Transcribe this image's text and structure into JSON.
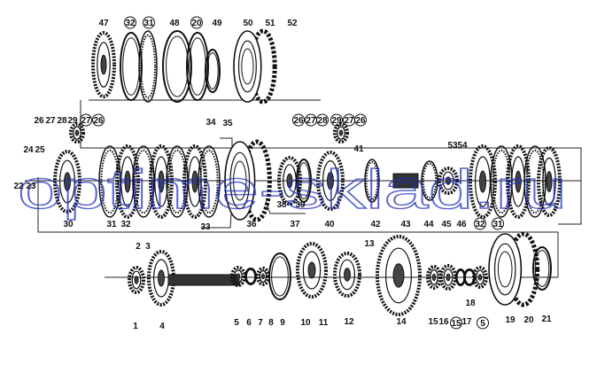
{
  "diagram": {
    "watermark": "optime-sklad.ru",
    "labels": [
      {
        "text": "47",
        "circled": false
      },
      {
        "text": "32",
        "circled": true
      },
      {
        "text": "31",
        "circled": true
      },
      {
        "text": "48",
        "circled": false
      },
      {
        "text": "20",
        "circled": true
      },
      {
        "text": "49",
        "circled": false
      },
      {
        "text": "50",
        "circled": false
      },
      {
        "text": "51",
        "circled": false
      },
      {
        "text": "52",
        "circled": false
      },
      {
        "text": "26",
        "circled": false
      },
      {
        "text": "27",
        "circled": false
      },
      {
        "text": "28",
        "circled": false
      },
      {
        "text": "29",
        "circled": false
      },
      {
        "text": "27",
        "circled": true
      },
      {
        "text": "26",
        "circled": true
      },
      {
        "text": "34",
        "circled": false
      },
      {
        "text": "35",
        "circled": false
      },
      {
        "text": "26",
        "circled": true
      },
      {
        "text": "27",
        "circled": true
      },
      {
        "text": "28",
        "circled": true
      },
      {
        "text": "29",
        "circled": true
      },
      {
        "text": "27",
        "circled": true
      },
      {
        "text": "26",
        "circled": true
      },
      {
        "text": "41",
        "circled": false
      },
      {
        "text": "53",
        "circled": false
      },
      {
        "text": "54",
        "circled": false
      },
      {
        "text": "24",
        "circled": false
      },
      {
        "text": "25",
        "circled": false
      },
      {
        "text": "22",
        "circled": false
      },
      {
        "text": "23",
        "circled": false
      },
      {
        "text": "30",
        "circled": false
      },
      {
        "text": "31",
        "circled": false
      },
      {
        "text": "32",
        "circled": false
      },
      {
        "text": "33",
        "circled": false
      },
      {
        "text": "36",
        "circled": false
      },
      {
        "text": "37",
        "circled": false
      },
      {
        "text": "38",
        "circled": false
      },
      {
        "text": "39",
        "circled": false
      },
      {
        "text": "40",
        "circled": false
      },
      {
        "text": "42",
        "circled": false
      },
      {
        "text": "43",
        "circled": false
      },
      {
        "text": "44",
        "circled": false
      },
      {
        "text": "45",
        "circled": false
      },
      {
        "text": "46",
        "circled": false
      },
      {
        "text": "32",
        "circled": true
      },
      {
        "text": "31",
        "circled": true
      },
      {
        "text": "1",
        "circled": false
      },
      {
        "text": "2",
        "circled": false
      },
      {
        "text": "3",
        "circled": false
      },
      {
        "text": "4",
        "circled": false
      },
      {
        "text": "5",
        "circled": false
      },
      {
        "text": "6",
        "circled": false
      },
      {
        "text": "7",
        "circled": false
      },
      {
        "text": "8",
        "circled": false
      },
      {
        "text": "9",
        "circled": false
      },
      {
        "text": "10",
        "circled": false
      },
      {
        "text": "11",
        "circled": false
      },
      {
        "text": "12",
        "circled": false
      },
      {
        "text": "13",
        "circled": false
      },
      {
        "text": "14",
        "circled": false
      },
      {
        "text": "15",
        "circled": false
      },
      {
        "text": "16",
        "circled": false
      },
      {
        "text": "15",
        "circled": true
      },
      {
        "text": "17",
        "circled": false
      },
      {
        "text": "18",
        "circled": false
      },
      {
        "text": "5",
        "circled": true
      },
      {
        "text": "19",
        "circled": false
      },
      {
        "text": "20",
        "circled": false
      },
      {
        "text": "21",
        "circled": false
      }
    ]
  }
}
